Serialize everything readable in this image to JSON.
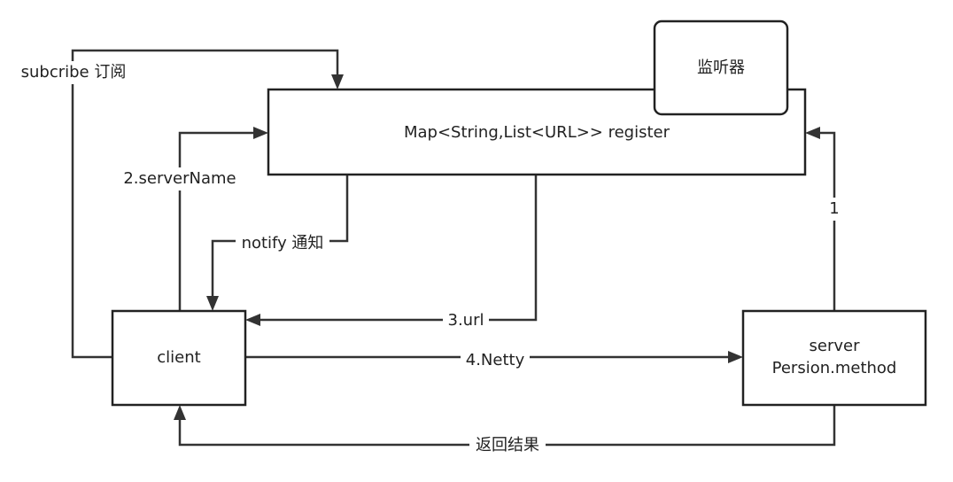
{
  "nodes": {
    "registry": "Map<String,List<URL>> register",
    "listener": "监听器",
    "client": "client",
    "server": [
      "server",
      "Persion.method"
    ]
  },
  "edges": {
    "subscribe": "subcribe 订阅",
    "server_name": "2.serverName",
    "notify": "notify 通知",
    "register": "1",
    "url": "3.url",
    "netty": "4.Netty",
    "result": "返回结果"
  }
}
